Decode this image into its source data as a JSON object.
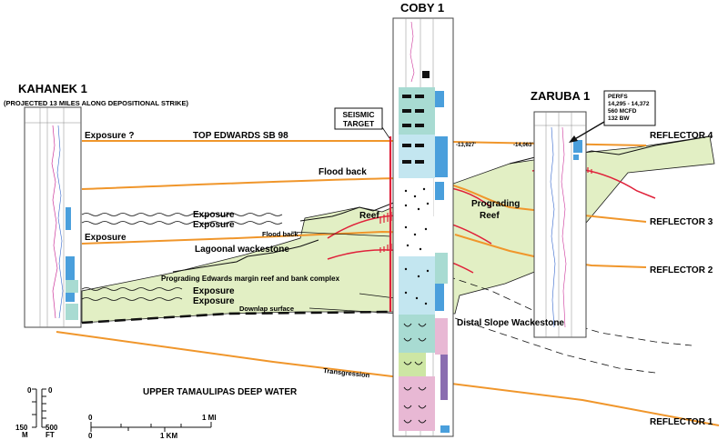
{
  "wells": {
    "kahanek": {
      "name": "KAHANEK 1",
      "note": "(PROJECTED 13 MILES ALONG DEPOSITIONAL STRIKE)"
    },
    "coby": {
      "name": "COBY 1",
      "depth_marker": "-13,927'"
    },
    "zaruba": {
      "name": "ZARUBA 1",
      "depth_marker": "-14,063'",
      "perfs": [
        "PERFS",
        "14,295 - 14,372",
        "560 MCFD",
        "132 BW"
      ]
    }
  },
  "seismic_target": [
    "SEISMIC",
    "TARGET"
  ],
  "labels": {
    "exposure_q": "Exposure ?",
    "top_edwards": "TOP EDWARDS SB 98",
    "flood_back_upper": "Flood back",
    "exposure_a": "Exposure",
    "exposure_b": "Exposure",
    "reef": "Reef",
    "flood_back_lower": "Flood back",
    "exposure_c": "Exposure",
    "lagoonal": "Lagoonal wackestone",
    "prograding_reef_1": "Prograding",
    "prograding_reef_2": "Reef",
    "prograding_complex": "Prograding Edwards margin reef and bank complex",
    "exposure_d": "Exposure",
    "exposure_e": "Exposure",
    "downlap": "Downlap surface",
    "distal_slope": "Distal Slope Wackestone",
    "transgression": "Transgression",
    "deep_water": "UPPER TAMAULIPAS DEEP WATER"
  },
  "reflectors": {
    "r4": "REFLECTOR 4",
    "r3": "REFLECTOR 3",
    "r2": "REFLECTOR 2",
    "r1": "REFLECTOR 1"
  },
  "scale": {
    "vertical": {
      "top_m": "0",
      "top_ft": "0",
      "bottom_m": "150",
      "bottom_ft": "500",
      "unit_m": "M",
      "unit_ft": "FT"
    },
    "horizontal": {
      "zero_mi": "0",
      "one_mi": "1 MI",
      "zero_km": "0",
      "one_km": "1 KM"
    }
  },
  "colors": {
    "orange": "#f0962b",
    "red": "#e0213a",
    "green_fill": "#e2efc4",
    "blue": "#4a9fdc",
    "teal": "#a8dbd2",
    "pink": "#e8b8d4",
    "purple": "#8a6db0"
  }
}
